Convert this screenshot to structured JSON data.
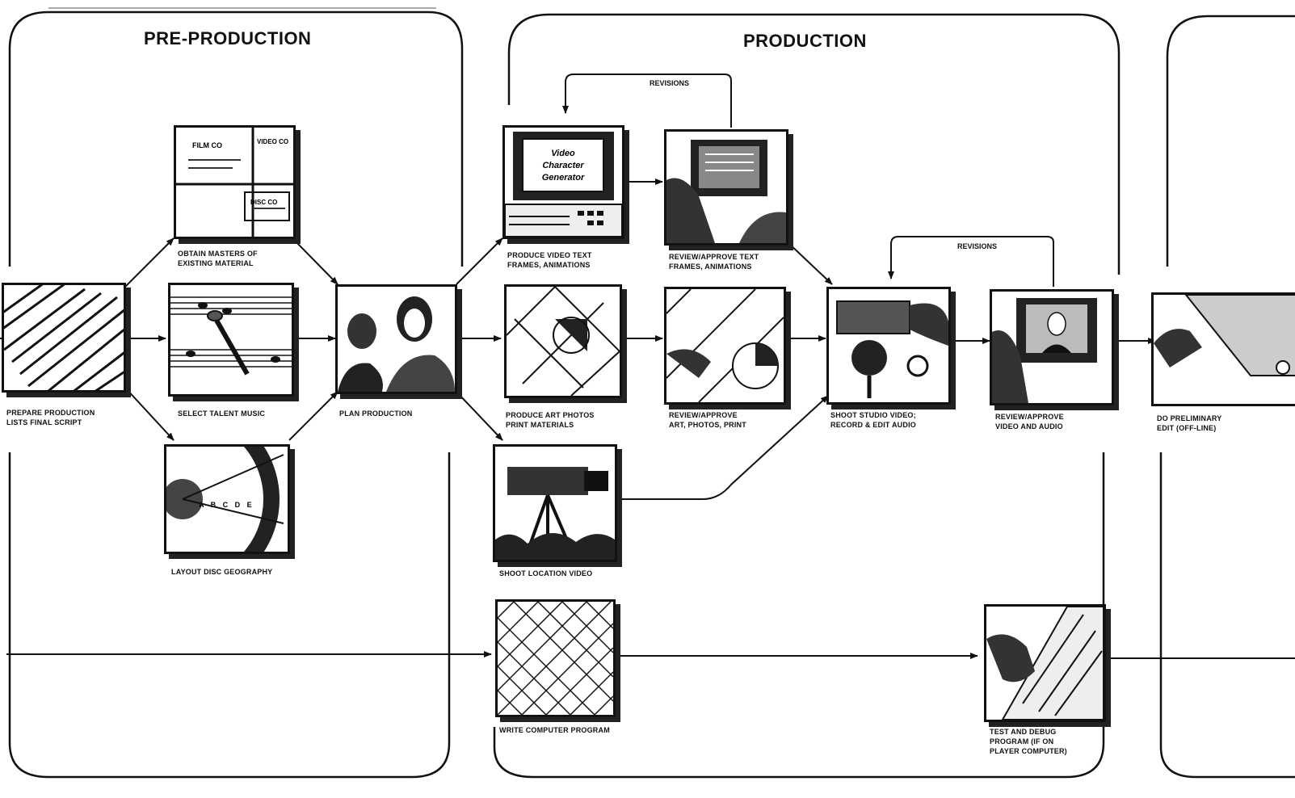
{
  "sections": {
    "pre_production": "PRE-PRODUCTION",
    "production": "PRODUCTION"
  },
  "revisions": {
    "top": "REVISIONS",
    "middle": "REVISIONS"
  },
  "steps": {
    "prepare_production": "PREPARE PRODUCTION\nLISTS FINAL SCRIPT",
    "obtain_masters": "OBTAIN MASTERS OF\nEXISTING MATERIAL",
    "select_talent_music": "SELECT TALENT MUSIC",
    "layout_disc_geography": "LAYOUT DISC GEOGRAPHY",
    "plan_production": "PLAN PRODUCTION",
    "produce_video_text": "PRODUCE VIDEO TEXT\nFRAMES, ANIMATIONS",
    "review_text_frames": "REVIEW/APPROVE TEXT\nFRAMES, ANIMATIONS",
    "produce_art": "PRODUCE ART PHOTOS\nPRINT MATERIALS",
    "review_art": "REVIEW/APPROVE\nART, PHOTOS, PRINT",
    "shoot_location": "SHOOT LOCATION VIDEO",
    "shoot_studio": "SHOOT STUDIO VIDEO;\nRECORD & EDIT AUDIO",
    "review_video_audio": "REVIEW/APPROVE\nVIDEO AND AUDIO",
    "preliminary_edit": "DO PRELIMINARY\nEDIT (OFF-LINE)",
    "write_program": "WRITE COMPUTER PROGRAM",
    "test_debug": "TEST AND DEBUG\nPROGRAM (IF ON\nPLAYER COMPUTER)"
  },
  "tile_text": {
    "film_co": "FILM CO",
    "video_co": "VIDEO CO",
    "disc_co": "DISC CO",
    "cg_line1": "Video",
    "cg_line2": "Character",
    "cg_line3": "Generator",
    "disc_letters": "A B C D E"
  }
}
